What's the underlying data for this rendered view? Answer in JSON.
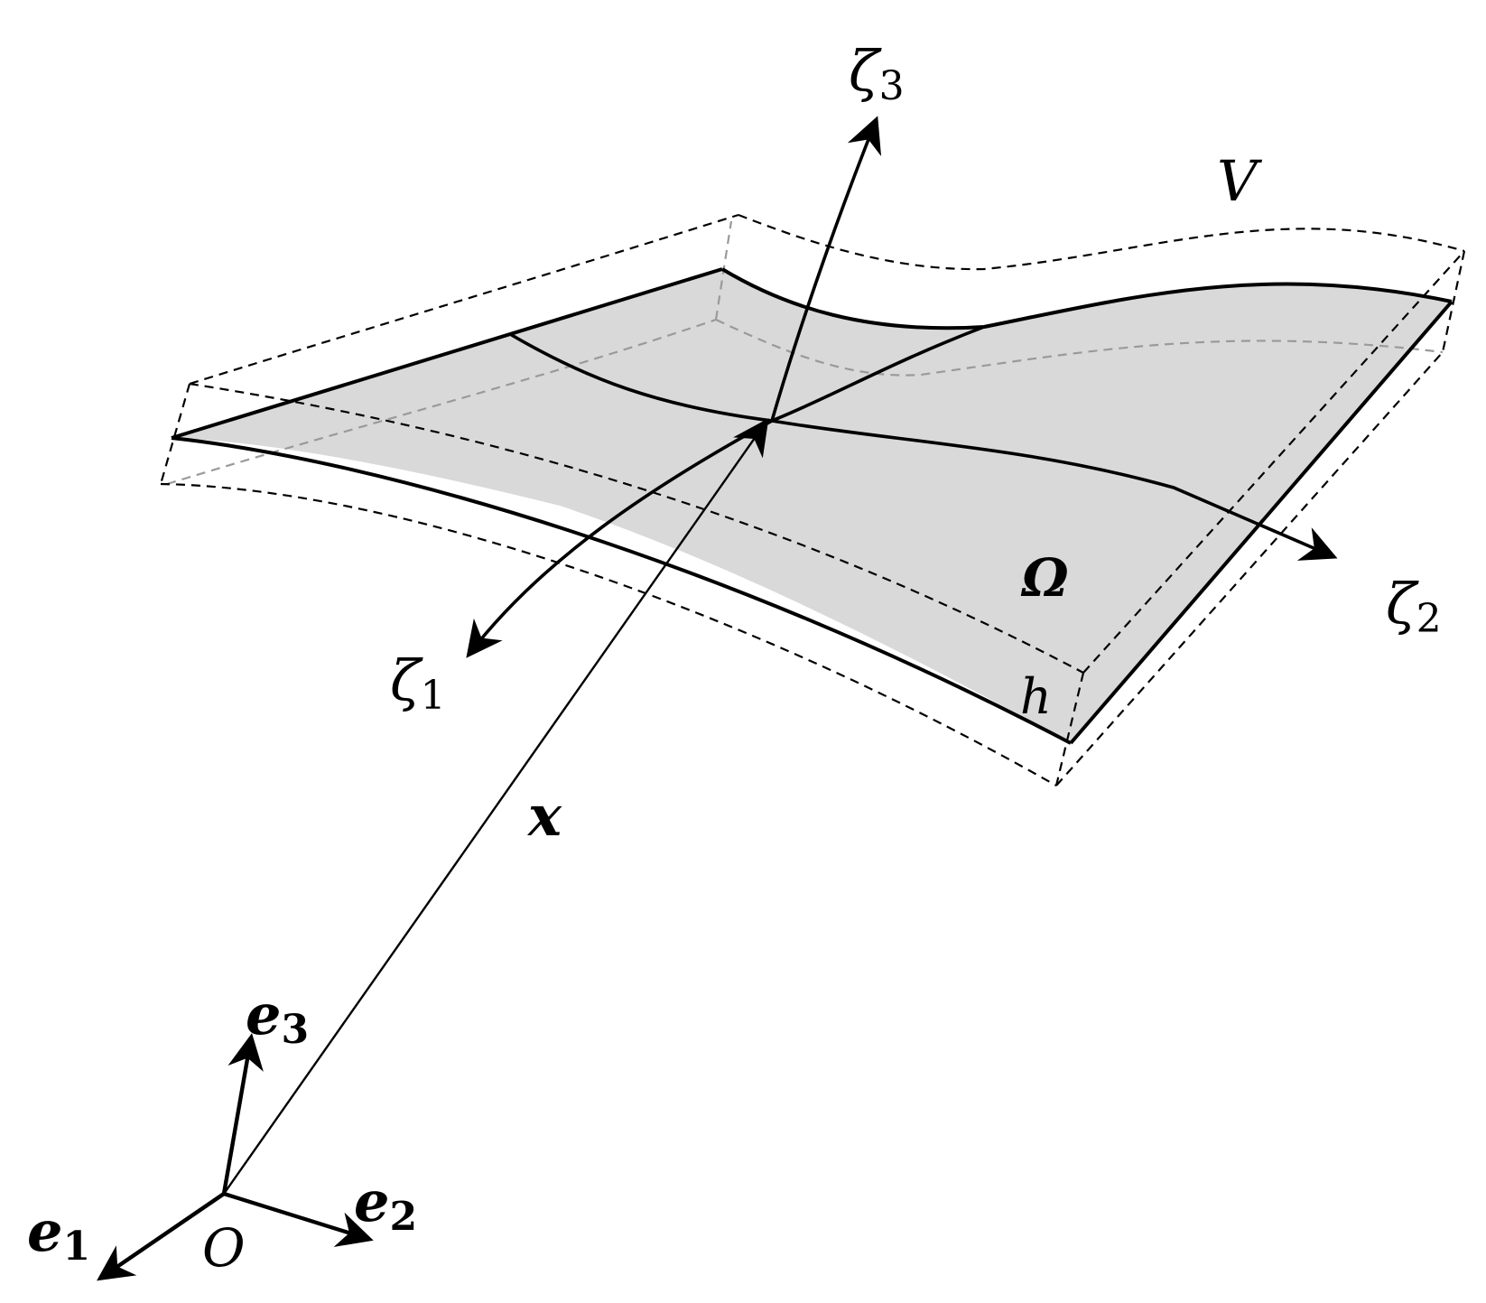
{
  "labels": {
    "zeta": "ζ",
    "one": "1",
    "two": "2",
    "three": "3",
    "V": "V",
    "Omega": "Ω",
    "h": "h",
    "x": "x",
    "e": "e",
    "O": "O"
  },
  "colors": {
    "surface_fill": "#d9d9d9",
    "stroke": "#000000",
    "hidden_dash": "#9a9a9a",
    "background": "#ffffff"
  }
}
